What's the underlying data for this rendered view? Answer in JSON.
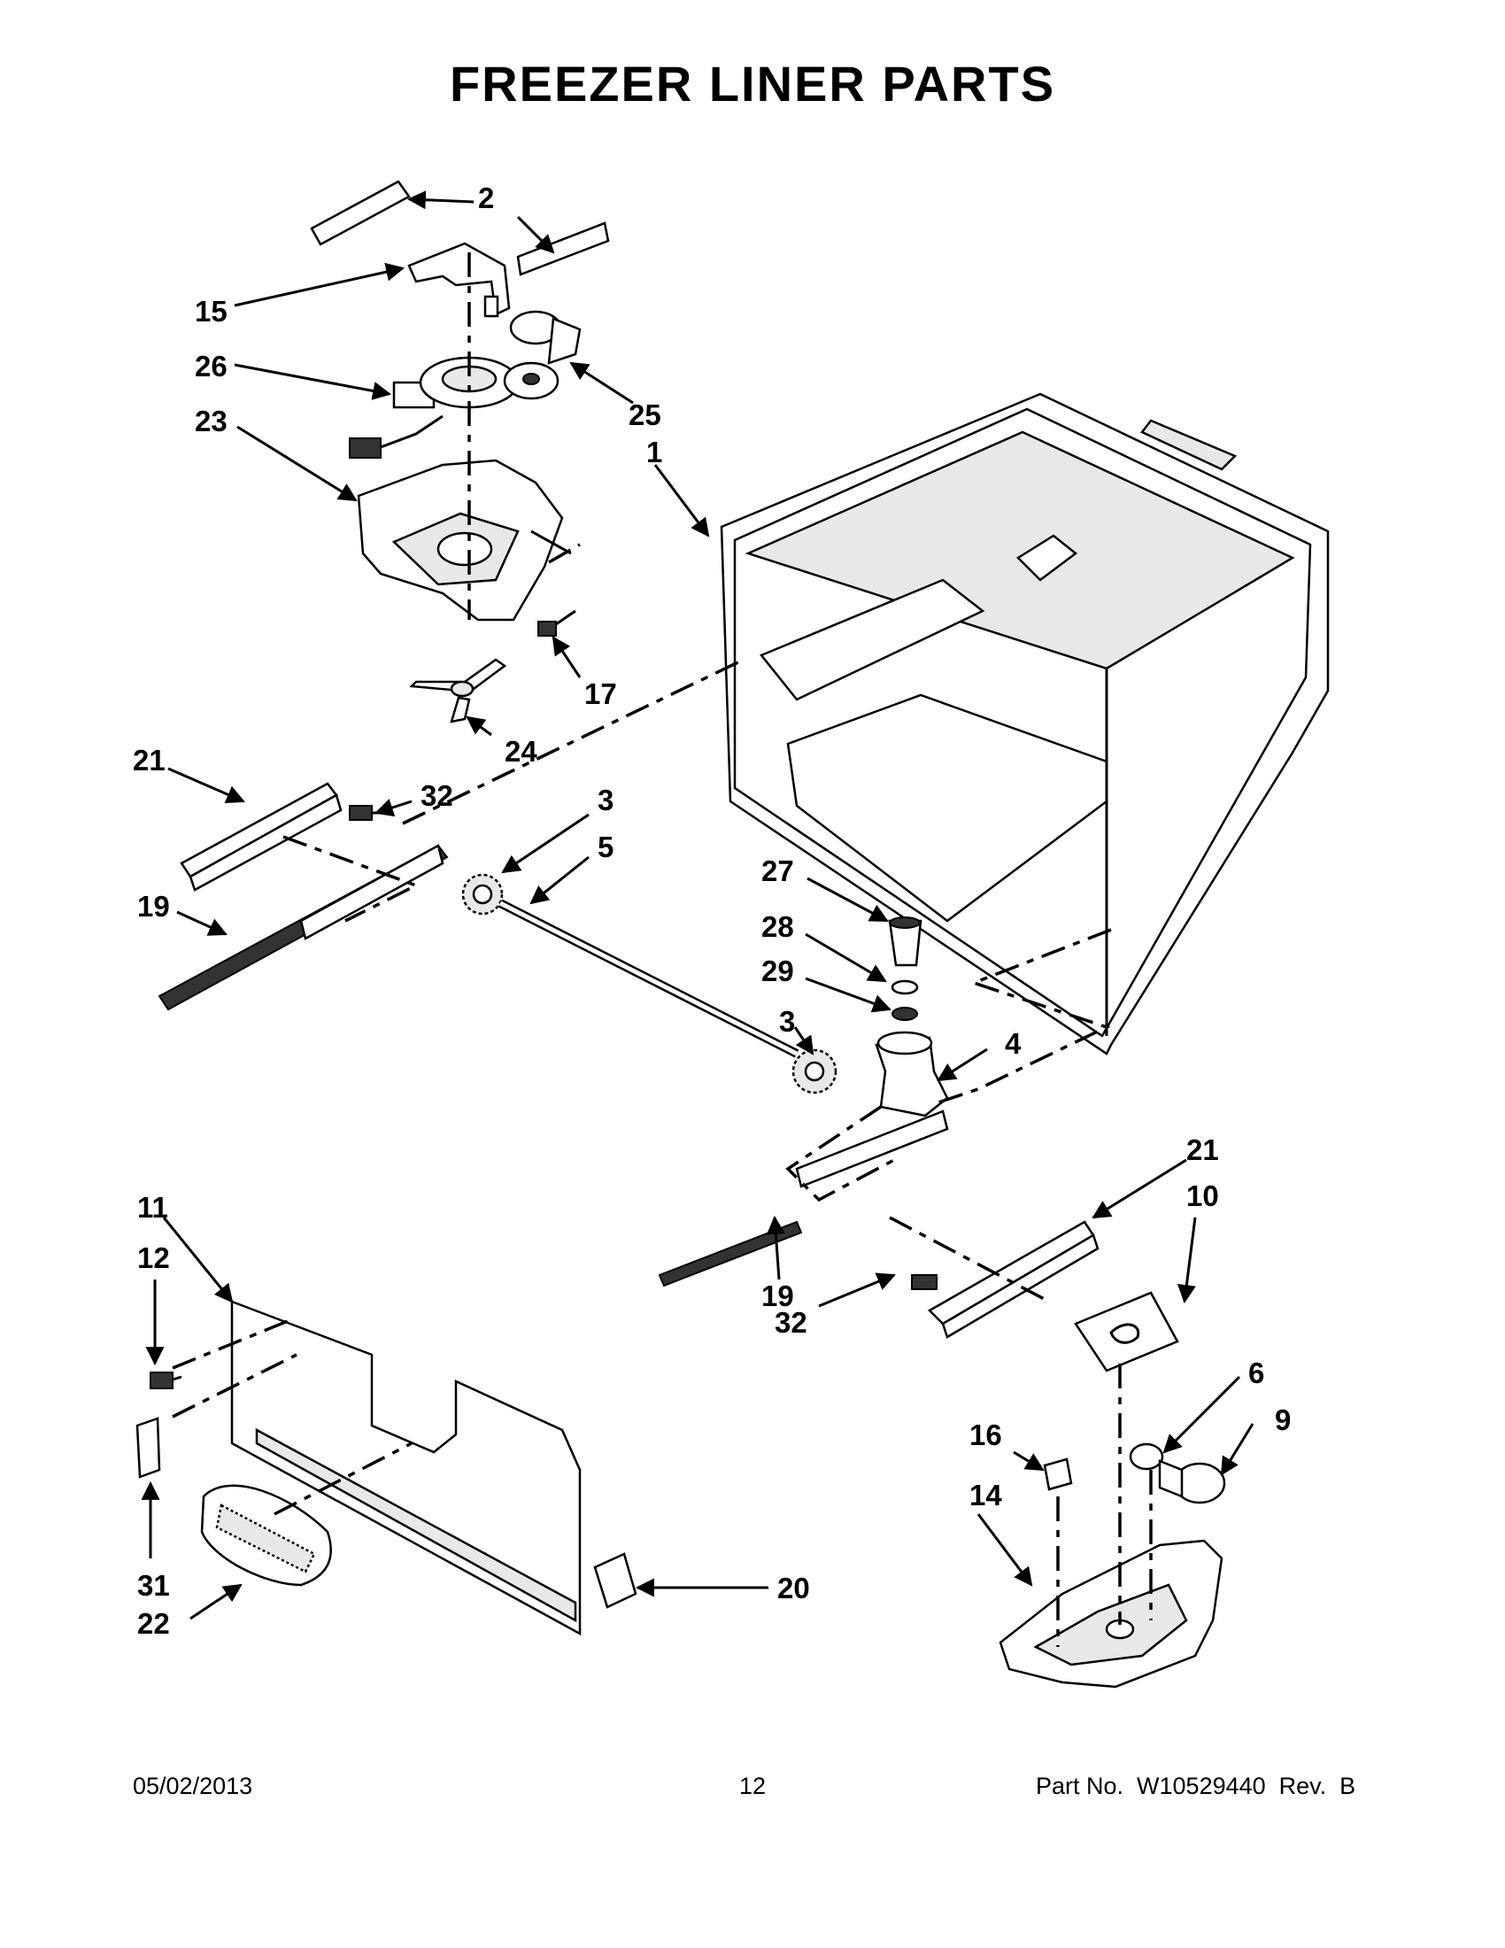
{
  "title": "FREEZER LINER PARTS",
  "callouts": {
    "c1": "1",
    "c2": "2",
    "c3a": "3",
    "c3b": "3",
    "c4": "4",
    "c5": "5",
    "c6": "6",
    "c9": "9",
    "c10": "10",
    "c11": "11",
    "c12": "12",
    "c14": "14",
    "c15": "15",
    "c16": "16",
    "c17": "17",
    "c19a": "19",
    "c19b": "19",
    "c20": "20",
    "c21a": "21",
    "c21b": "21",
    "c22": "22",
    "c23": "23",
    "c24": "24",
    "c25": "25",
    "c26": "26",
    "c27": "27",
    "c28": "28",
    "c29": "29",
    "c31": "31",
    "c32a": "32",
    "c32b": "32"
  },
  "footer": {
    "date": "05/02/2013",
    "page": "12",
    "part_no": "Part No.  W10529440  Rev.  B"
  }
}
